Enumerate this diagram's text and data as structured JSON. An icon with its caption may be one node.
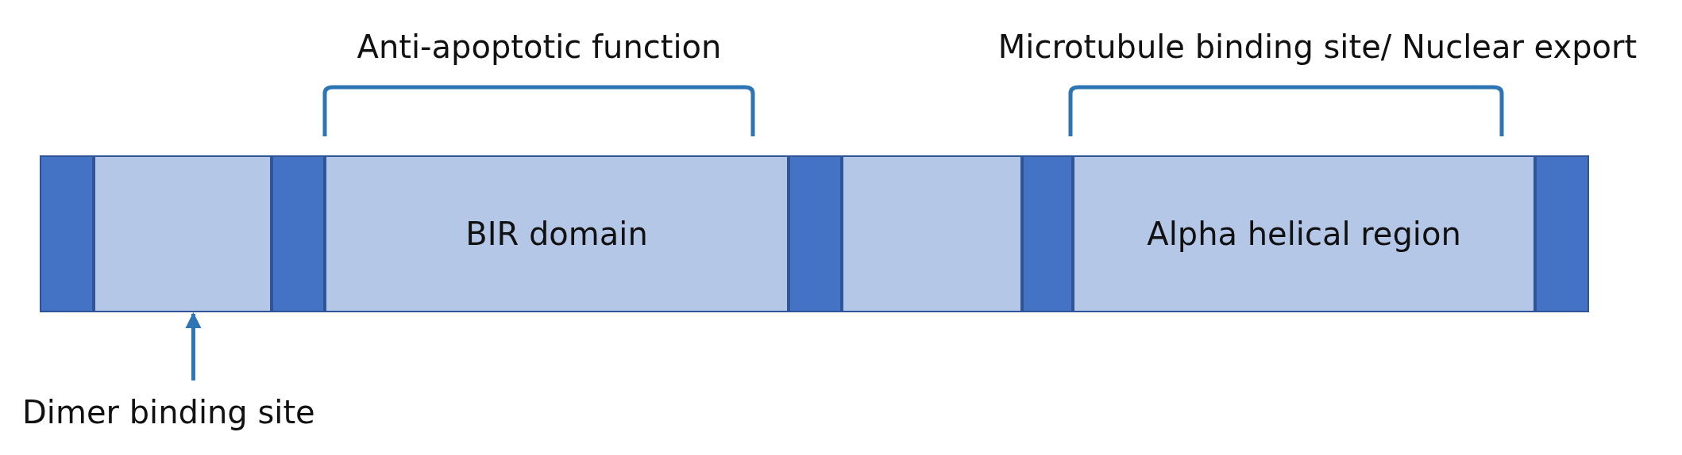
{
  "diagram": {
    "nodes": [
      {
        "text": [],
        "shape": "box"
      },
      {
        "text": [],
        "shape": "box"
      },
      {
        "text": [],
        "shape": "box"
      },
      {
        "text": [
          "BIR domain"
        ]
      },
      {
        "text": [],
        "shape": "box"
      },
      {
        "text": [],
        "shape": "box"
      },
      {
        "text": [],
        "shape": "box"
      },
      {
        "text": [
          "Alpha helical region"
        ]
      },
      {
        "text": [],
        "shape": "box"
      },
      {
        "text": [
          "Dimer binding site"
        ]
      }
    ],
    "edges": [
      {
        "from": 9,
        "to": 1,
        "arrow": "to"
      }
    ],
    "labels": [
      "Anti-apoptotic function",
      "Microtubule binding site/ Nuclear export"
    ]
  }
}
